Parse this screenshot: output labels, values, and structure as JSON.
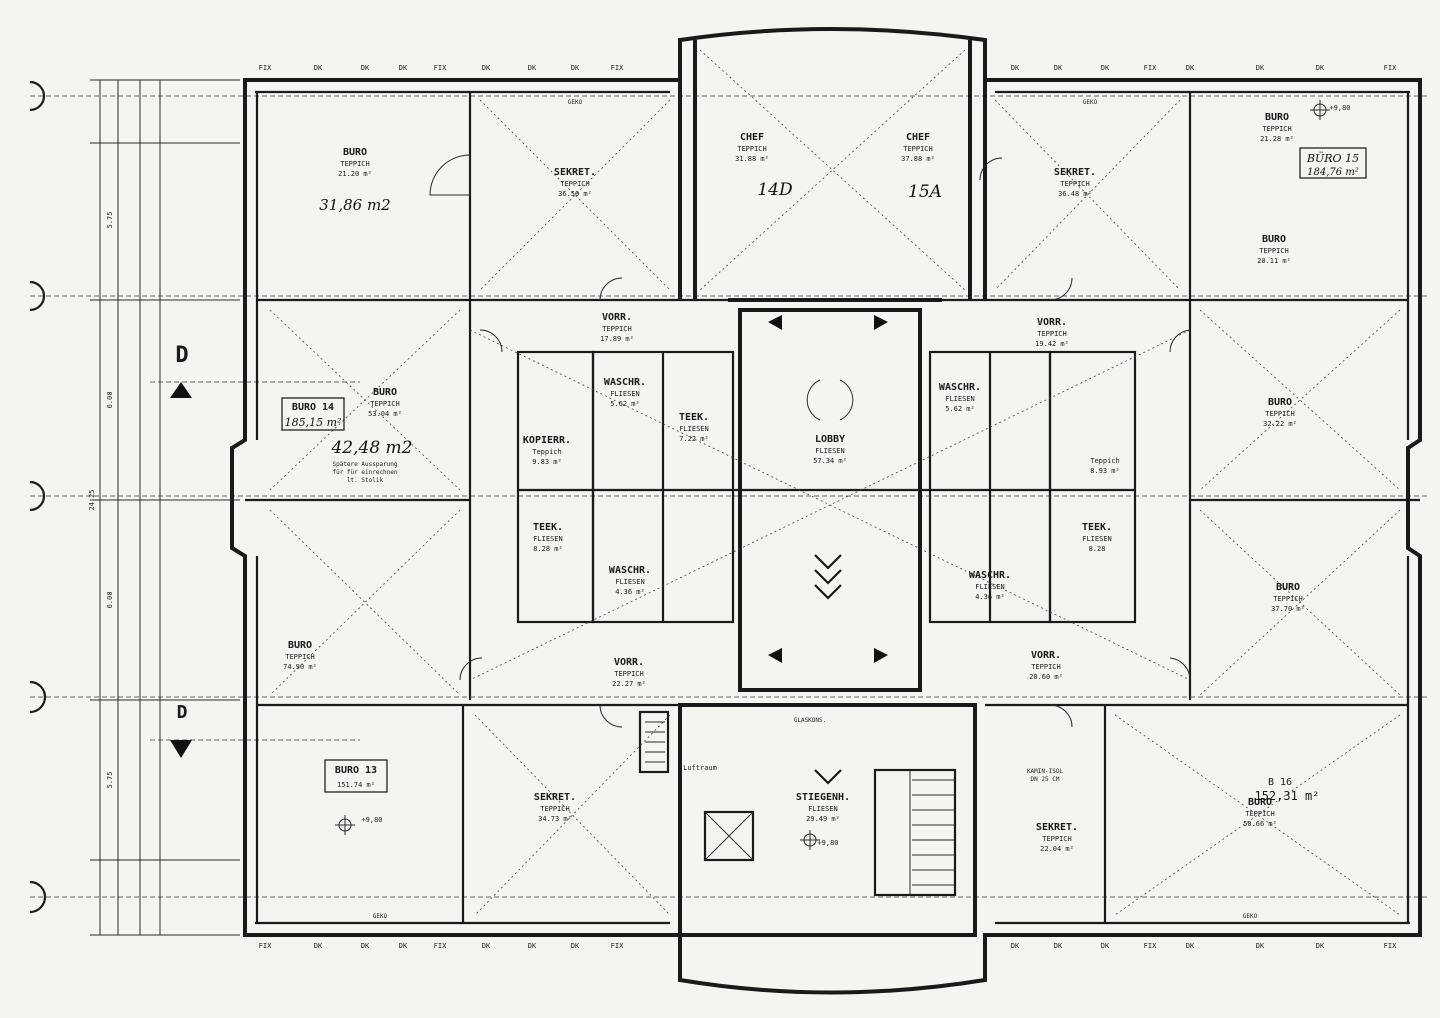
{
  "rooms": [
    {
      "id": "buro-nw",
      "name": "BURO",
      "sub": "TEPPICH",
      "area": "21.20 m²"
    },
    {
      "id": "sekret-nw",
      "name": "SEKRET.",
      "sub": "TEPPICH",
      "area": "36.50 m²"
    },
    {
      "id": "chef-w",
      "name": "CHEF",
      "sub": "TEPPICH",
      "area": "31.88 m²"
    },
    {
      "id": "chef-e",
      "name": "CHEF",
      "sub": "TEPPICH",
      "area": "37.88 m²"
    },
    {
      "id": "sekret-ne",
      "name": "SEKRET.",
      "sub": "TEPPICH",
      "area": "36.48 m²"
    },
    {
      "id": "buro-ne",
      "name": "BURO",
      "sub": "TEPPICH",
      "area": "21.28 m²"
    },
    {
      "id": "buro-ne2",
      "name": "BURO",
      "sub": "TEPPICH",
      "area": "20.11 m²"
    },
    {
      "id": "vorr-nw",
      "name": "VORR.",
      "sub": "TEPPICH",
      "area": "17.89 m²"
    },
    {
      "id": "vorr-ne",
      "name": "VORR.",
      "sub": "TEPPICH",
      "area": "19.42 m²"
    },
    {
      "id": "buro-w",
      "name": "BURO",
      "sub": "TEPPICH",
      "area": "53.04 m²"
    },
    {
      "id": "kopierr",
      "name": "KOPIERR.",
      "sub": "Teppich",
      "area": "9.83 m²"
    },
    {
      "id": "wasch-1",
      "name": "WASCHR.",
      "sub": "FLIESEN",
      "area": "5.62 m²"
    },
    {
      "id": "teek-1",
      "name": "TEEK.",
      "sub": "FLIESEN",
      "area": "7.22 m²"
    },
    {
      "id": "lobby",
      "name": "LOBBY",
      "sub": "FLIESEN",
      "area": "57.34 m²"
    },
    {
      "id": "wasch-2",
      "name": "WASCHR.",
      "sub": "FLIESEN",
      "area": "5.62 m²"
    },
    {
      "id": "teppich-e",
      "name": "",
      "sub": "Teppich",
      "area": "8.93 m²"
    },
    {
      "id": "buro-e",
      "name": "BURO",
      "sub": "TEPPICH",
      "area": "32.22 m²"
    },
    {
      "id": "teek-2",
      "name": "TEEK.",
      "sub": "FLIESEN",
      "area": "8.28 m²"
    },
    {
      "id": "wasch-3",
      "name": "WASCHR.",
      "sub": "FLIESEN",
      "area": "4.36 m²"
    },
    {
      "id": "wasch-4",
      "name": "WASCHR.",
      "sub": "FLIESEN",
      "area": "4.36 m²"
    },
    {
      "id": "teek-3",
      "name": "TEEK.",
      "sub": "FLIESEN",
      "area": "8.28"
    },
    {
      "id": "buro-e2",
      "name": "BURO",
      "sub": "TEPPICH",
      "area": "37.70 m²"
    },
    {
      "id": "buro-sw",
      "name": "BURO",
      "sub": "TEPPICH",
      "area": "74.90 m²"
    },
    {
      "id": "vorr-sw",
      "name": "VORR.",
      "sub": "TEPPICH",
      "area": "22.27 m²"
    },
    {
      "id": "vorr-se",
      "name": "VORR.",
      "sub": "TEPPICH",
      "area": "20.60 m²"
    },
    {
      "id": "sekret-sw",
      "name": "SEKRET.",
      "sub": "TEPPICH",
      "area": "34.73 m²"
    },
    {
      "id": "stiegenh",
      "name": "STIEGENH.",
      "sub": "FLIESEN",
      "area": "29.49 m²"
    },
    {
      "id": "sekret-se",
      "name": "SEKRET.",
      "sub": "TEPPICH",
      "area": "22.04 m²"
    },
    {
      "id": "buro-se",
      "name": "BURO",
      "sub": "TEPPICH",
      "area": "50.66 m²"
    }
  ],
  "handwritten": {
    "nw_area": "31,86 m2",
    "chef_w": "14D",
    "chef_e": "15A",
    "buro_w_area": "42,48 m2",
    "buro15": "BÜRO 15",
    "buro15_area": "184,76 m²"
  },
  "boxes": {
    "buro14_label": "BURO 14",
    "buro14_area": "185,15 m²",
    "buro13_label": "BURO 13",
    "buro13_area": "151.74 m²",
    "b16_label": "B 16",
    "b16_area": "152,31 m²"
  },
  "notes": {
    "note1": "Spätere Aussparung",
    "note2": "für für einrechnen",
    "note3": "lt. Stolik",
    "kamin": "KAMIN-ISOL",
    "kamin2": "DN 25 CM",
    "luftraum": "Luftraum",
    "glaskons": "GLASKONS.",
    "level1": "+9,80",
    "level2": "+9,80",
    "level3": "+9,80"
  },
  "dims": {
    "d_575": "5.75",
    "d_600": "6.00",
    "d_2425": "24.25",
    "d_600b": "6.00",
    "d_575b": "5.75"
  },
  "window_labels": [
    "FIX",
    "DK",
    "DK",
    "DK",
    "FIX",
    "DK",
    "DK",
    "DK",
    "FIX",
    "DK",
    "DK",
    "DK",
    "FIX",
    "DK",
    "DK",
    "DK",
    "FIX"
  ],
  "section_marks": [
    "D",
    "D"
  ],
  "wall_labels": [
    "GEKO",
    "GEKO",
    "GEKO",
    "GEKO"
  ]
}
